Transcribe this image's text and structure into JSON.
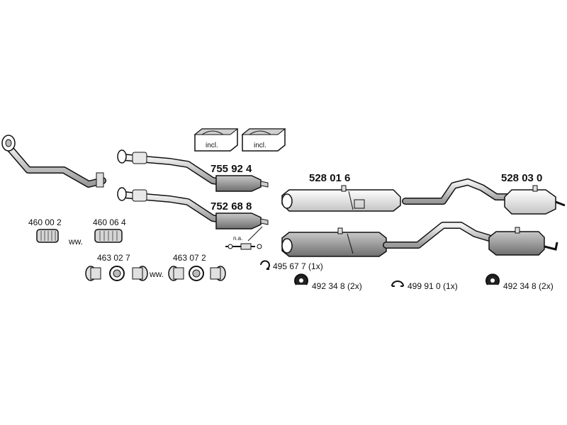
{
  "parts": {
    "cat_upper": "755 92 4",
    "cat_lower": "752 68 8",
    "muffler_mid": "528 01 6",
    "muffler_rear": "528 03 0",
    "flex_a": "460 00 2",
    "flex_b": "460 06 4",
    "clamp_a": "463 02 7",
    "clamp_b": "463 07 2",
    "clip": "495 67 7 (1x)",
    "rubber_left": "492 34 8 (2x)",
    "hanger": "499 91 0 (1x)",
    "rubber_right": "492 34 8 (2x)"
  },
  "labels": {
    "ww_1": "ww.",
    "ww_2": "ww.",
    "incl_1": "incl.",
    "incl_2": "incl.",
    "na": "n.a."
  },
  "colors": {
    "line": "#111111",
    "pipe": "#d9d9d9",
    "pipe_dark": "#9a9a9a",
    "muffler_light": "#e6e6e6",
    "muffler_dark": "#8c8c8c"
  }
}
